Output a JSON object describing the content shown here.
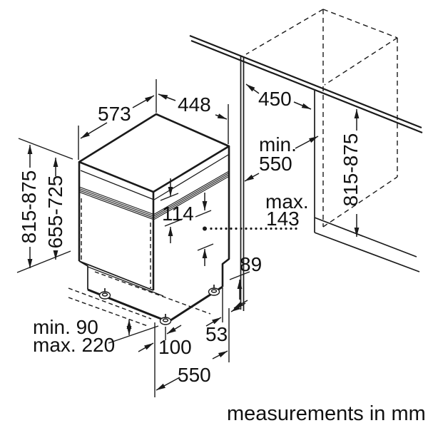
{
  "colors": {
    "line": "#1a1a1a",
    "background": "#ffffff"
  },
  "footer": {
    "note": "measurements in mm"
  },
  "dimensions": {
    "top_depth": "573",
    "top_width": "448",
    "niche_width": "450",
    "niche_depth_label": "min.",
    "niche_depth_value": "550",
    "appliance_height": "815-875",
    "door_panel_height": "655-725",
    "control_panel_height": "114",
    "door_max_label": "max.",
    "door_max_value": "143",
    "rear_recess_height": "89",
    "rear_recess_depth": "53",
    "plinth_min": "min. 90",
    "plinth_max": "max. 220",
    "front_foot_offset": "100",
    "appliance_depth": "550",
    "niche_height": "815-875"
  }
}
